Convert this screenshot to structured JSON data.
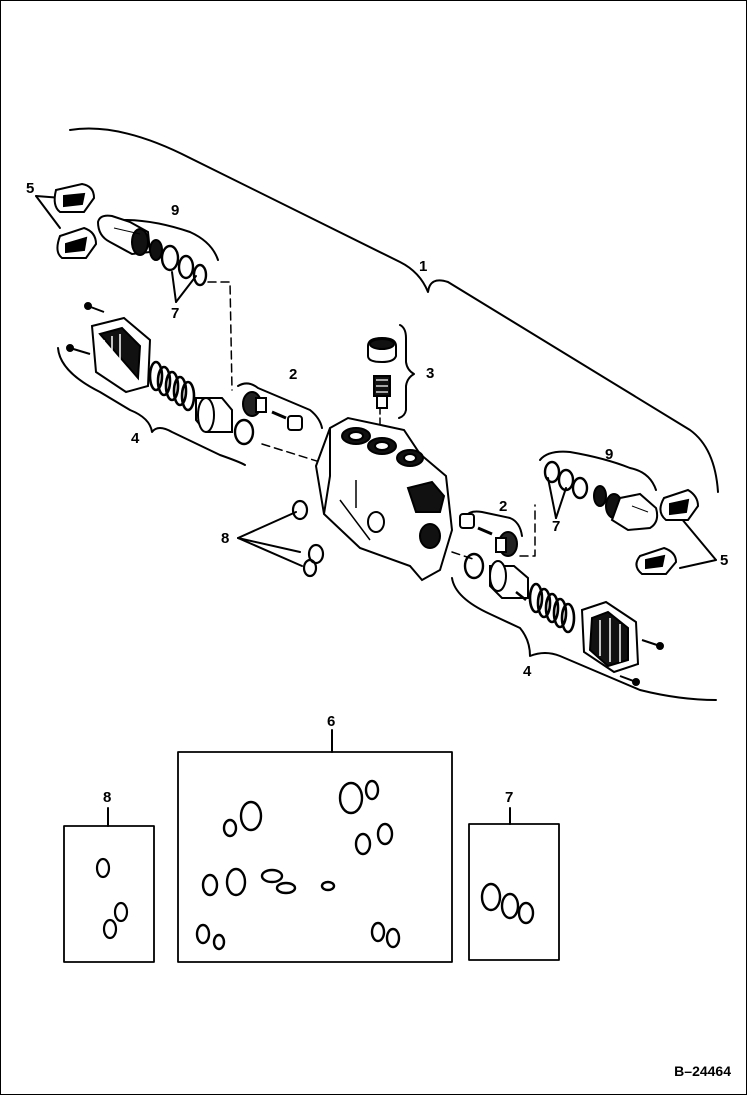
{
  "diagram": {
    "callouts": {
      "c1": "1",
      "c2_left": "2",
      "c2_right": "2",
      "c3": "3",
      "c4_left": "4",
      "c4_right": "4",
      "c5_left": "5",
      "c5_right": "5",
      "c6": "6",
      "c7_left": "7",
      "c7_right": "7",
      "c7_kit": "7",
      "c8": "8",
      "c8_kit": "8",
      "c9_left": "9",
      "c9_right": "9"
    },
    "reference": "B–24464"
  }
}
